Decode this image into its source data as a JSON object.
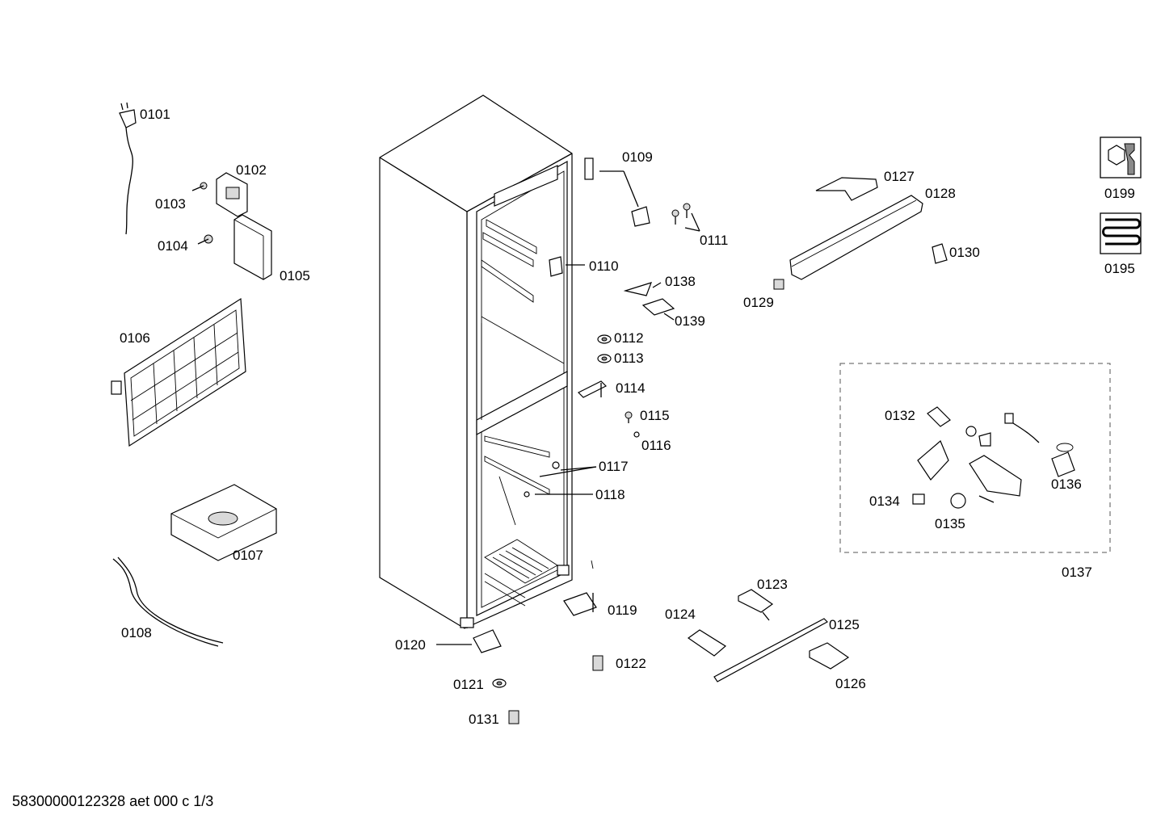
{
  "labels": {
    "p0101": "0101",
    "p0102": "0102",
    "p0103": "0103",
    "p0104": "0104",
    "p0105": "0105",
    "p0106": "0106",
    "p0107": "0107",
    "p0108": "0108",
    "p0109": "0109",
    "p0110": "0110",
    "p0111": "0111",
    "p0112": "0112",
    "p0113": "0113",
    "p0114": "0114",
    "p0115": "0115",
    "p0116": "0116",
    "p0117": "0117",
    "p0118": "0118",
    "p0119": "0119",
    "p0120": "0120",
    "p0121": "0121",
    "p0122": "0122",
    "p0123": "0123",
    "p0124": "0124",
    "p0125": "0125",
    "p0126": "0126",
    "p0127": "0127",
    "p0128": "0128",
    "p0129": "0129",
    "p0130": "0130",
    "p0131": "0131",
    "p0132": "0132",
    "p0134": "0134",
    "p0135": "0135",
    "p0136": "0136",
    "p0137": "0137",
    "p0138": "0138",
    "p0139": "0139",
    "p0195": "0195",
    "p0199": "0199"
  },
  "icons": {
    "service_tools": "wrench-nut-icon",
    "heating_coil": "heating-coil-icon"
  },
  "footer": "58300000122328 aet 000 c 1/3"
}
